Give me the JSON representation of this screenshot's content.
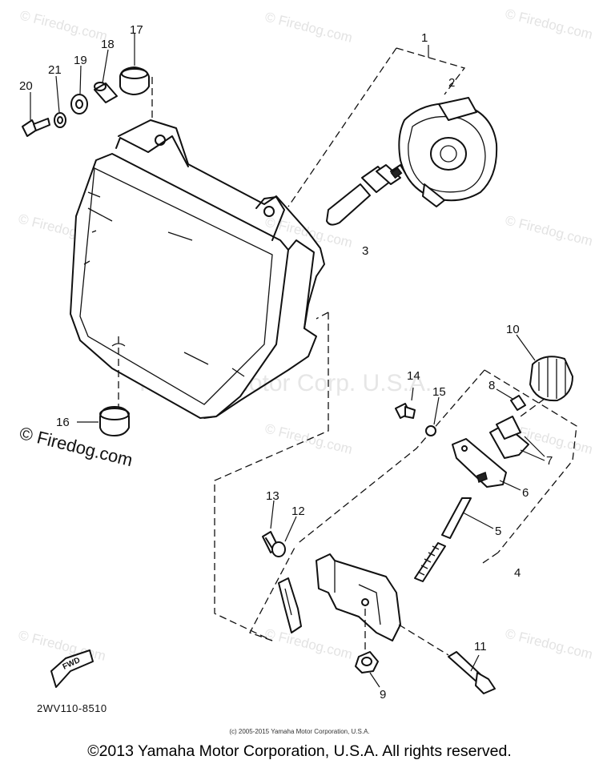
{
  "watermarks": {
    "site": "© Firedog.com",
    "center": "Yamaha Motor Corp. U.S.A."
  },
  "parts": [
    {
      "number": "1"
    },
    {
      "number": "2"
    },
    {
      "number": "3"
    },
    {
      "number": "4"
    },
    {
      "number": "5"
    },
    {
      "number": "6"
    },
    {
      "number": "7"
    },
    {
      "number": "8"
    },
    {
      "number": "9"
    },
    {
      "number": "10"
    },
    {
      "number": "11"
    },
    {
      "number": "12"
    },
    {
      "number": "13"
    },
    {
      "number": "14"
    },
    {
      "number": "15"
    },
    {
      "number": "16"
    },
    {
      "number": "17"
    },
    {
      "number": "18"
    },
    {
      "number": "19"
    },
    {
      "number": "20"
    },
    {
      "number": "21"
    }
  ],
  "fwd_label": "FWD",
  "diagram_code": "2WV110-8510",
  "small_copyright": "(c) 2005-2015 Yamaha Motor Corporation, U.S.A.",
  "copyright": "©2013 Yamaha Motor Corporation, U.S.A. All rights reserved."
}
